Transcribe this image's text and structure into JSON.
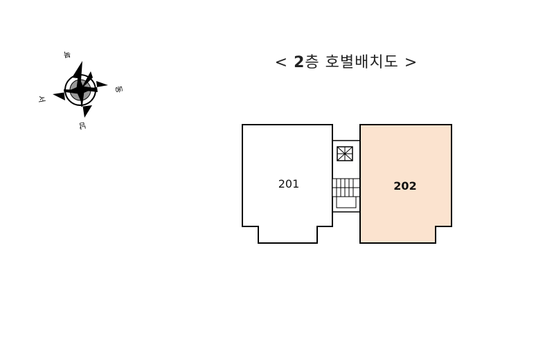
{
  "title": {
    "prefix": "<",
    "floor_number": "2",
    "floor_unit": "층",
    "text": "호별배치도",
    "suffix": ">"
  },
  "compass": {
    "north_label": "북",
    "east_label": "동",
    "south_label": "남",
    "west_label": "서"
  },
  "units": [
    {
      "id": "201",
      "label": "201",
      "highlighted": false,
      "fill": "#ffffff"
    },
    {
      "id": "202",
      "label": "202",
      "highlighted": true,
      "fill": "#fbe3cf"
    }
  ],
  "colors": {
    "outline": "#000000",
    "highlight": "#fbe3cf"
  }
}
